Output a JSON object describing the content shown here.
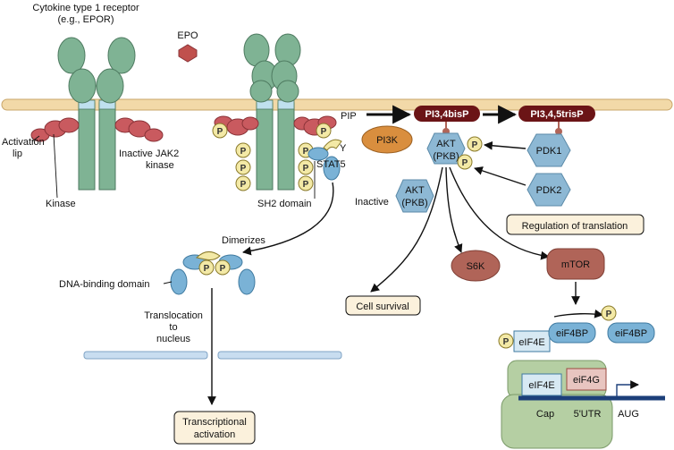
{
  "labels": {
    "receptor_title": "Cytokine type 1 receptor",
    "receptor_example": "(e.g., EPOR)",
    "epo": "EPO",
    "activation_lip_1": "Activation",
    "activation_lip_2": "lip",
    "kinase": "Kinase",
    "inactive_jak2_1": "Inactive JAK2",
    "inactive_jak2_2": "kinase",
    "sh2_domain": "SH2 domain",
    "stat5": "STAT5",
    "y": "Y",
    "dimerizes": "Dimerizes",
    "dna_binding_domain": "DNA-binding domain",
    "translocation_1": "Translocation",
    "translocation_2": "to",
    "translocation_3": "nucleus",
    "transcriptional_1": "Transcriptional",
    "transcriptional_2": "activation",
    "pip": "PIP",
    "pi34bisp": "PI3,4bisP",
    "pi345trisp": "PI3,4,5trisP",
    "pi3k": "PI3K",
    "akt_1": "AKT",
    "akt_2": "(PKB)",
    "pdk1": "PDK1",
    "pdk2": "PDK2",
    "inactive": "Inactive",
    "regulation_of_translation": "Regulation of translation",
    "s6k": "S6K",
    "mtor": "mTOR",
    "cell_survival": "Cell survival",
    "eif4e": "eIF4E",
    "eif4bp": "eiF4BP",
    "eif4g": "eiF4G",
    "cap": "Cap",
    "utr": "5'UTR",
    "aug": "AUG",
    "p": "P"
  },
  "colors": {
    "membrane": "#f2d9a8",
    "receptor": "#7fb394",
    "receptor_dark": "#5e8f73",
    "jak2": "#c95a5f",
    "stat5": "#7ab2d6",
    "akt": "#8db8d4",
    "pi3k": "#d98e3e",
    "maroon": "#6b1416",
    "mtor": "#b06458",
    "p_circle": "#f3e9a6",
    "ribosome": "#b5cfa3",
    "nuclear": "#c8ddf0"
  }
}
